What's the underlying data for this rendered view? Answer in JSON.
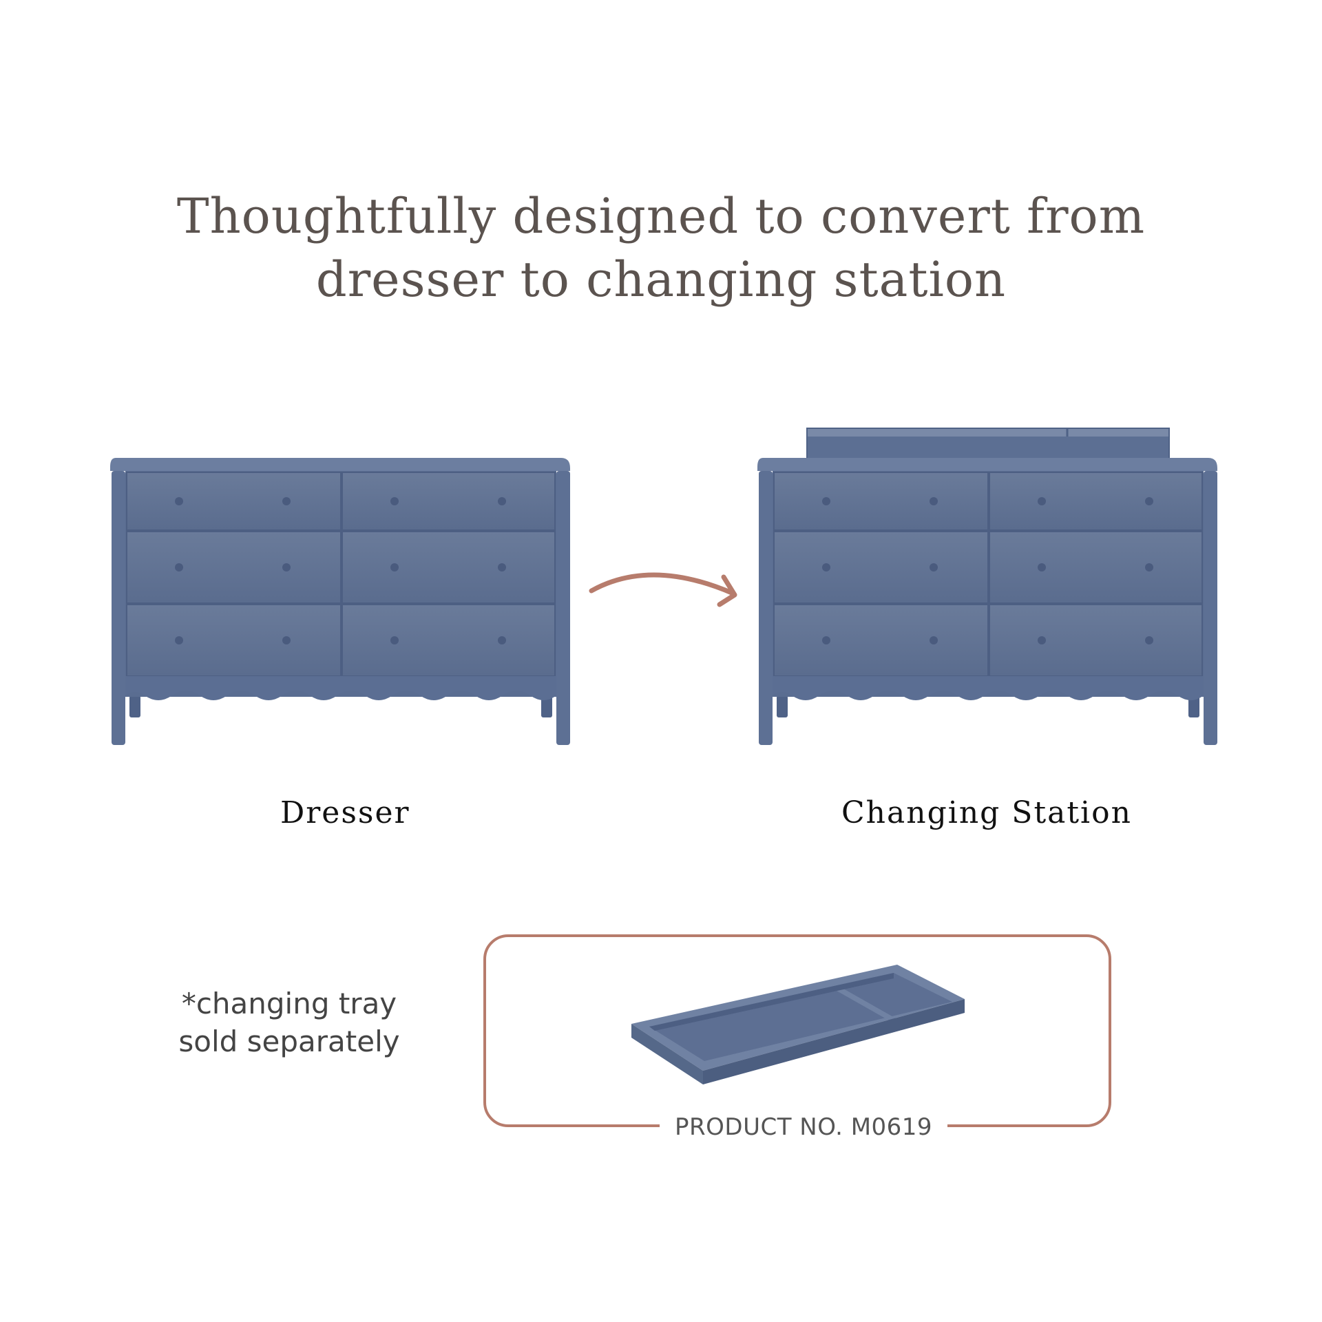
{
  "headline": {
    "line1": "Thoughtfully designed to convert from",
    "line2": "dresser to changing station"
  },
  "dresser_label": "Dresser",
  "changing_station_label": "Changing Station",
  "note": {
    "line1": "*changing tray",
    "line2": "sold separately"
  },
  "product_number": "PRODUCT NO. M0619",
  "colors": {
    "furniture_blue": "#5f7498",
    "arrow_and_frame": "#b77c6c",
    "headline_text": "#5b534f"
  },
  "icons": [
    "curved-arrow-icon"
  ]
}
